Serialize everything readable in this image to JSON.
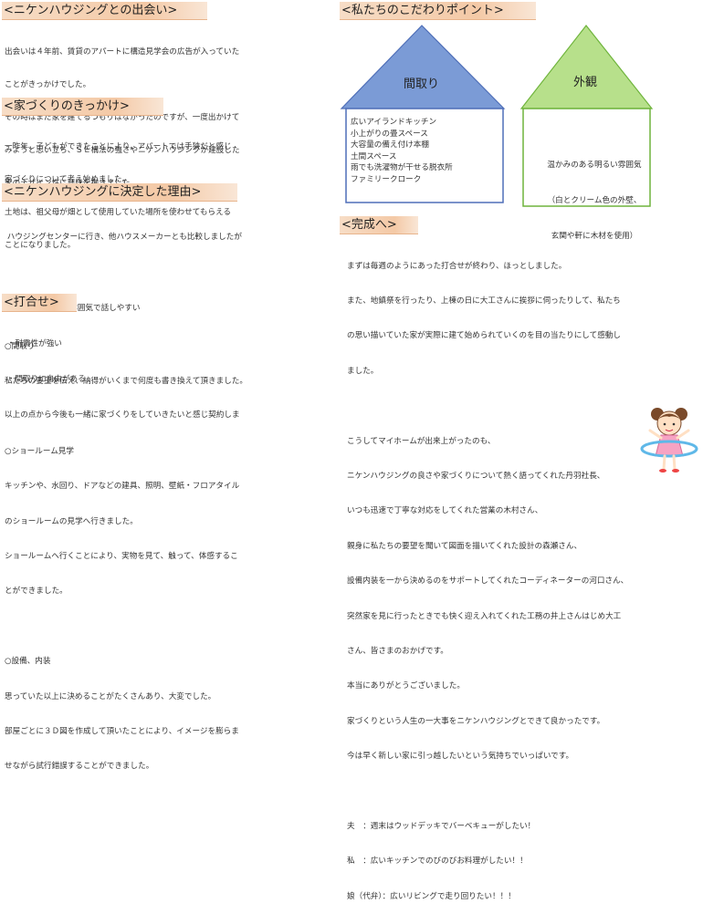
{
  "left": {
    "s1": {
      "title": "<ニケンハウジングとの出会い>",
      "lines": [
        "出会いは４年前、賃貸のアパートに構造見学会の広告が入っていた",
        "ことがきっかけでした。",
        "その時はまだ家を建てるつもりはなかったのですが、一度出かけて",
        "みようと思い立ち、ＳＥ構法の強さやニケンハウジングが建設した",
        "家のデザイン性に興味を抱きました。"
      ]
    },
    "s2": {
      "title": "<家づくりのきっかけ>",
      "lines": [
        "一昨年、子どもができたことにより、アパートでは手狭だと感じ",
        "家づくりについて考え始めました。",
        "土地は、祖父母が畑として使用していた場所を使わせてもらえる",
        "ことになりました。"
      ]
    },
    "s3": {
      "title": "<ニケンハウジングに決定した理由>",
      "lines": [
        " ハウジングセンターに行き、他ハウスメーカーとも比較しましたが",
        "",
        " ・アットホームな雰囲気で話しやすい",
        " ・耐震性が強い",
        " ・間取りに自由がある",
        "以上の点から今後も一緒に家づくりをしていきたいと感じ契約しま"
      ]
    },
    "s4": {
      "title": "<打合せ>",
      "lines": [
        "○間取り",
        "私たちの要望を伝え、納得がいくまで何度も書き換えて頂きました。",
        "",
        "○ショールーム見学",
        "キッチンや、水回り、ドアなどの建具、照明、壁紙・フロアタイル",
        "のショールームの見学へ行きました。",
        "ショールームへ行くことにより、実物を見て、触って、体感するこ",
        "とができました。",
        "",
        "○設備、内装",
        "思っていた以上に決めることがたくさんあり、大変でした。",
        "部屋ごとに３Ｄ図を作成して頂いたことにより、イメージを膨らま",
        "せながら試行錯誤することができました。"
      ]
    }
  },
  "right": {
    "s5": {
      "title": "<私たちのこだわりポイント>",
      "madori": {
        "label": "間取り",
        "items": [
          "広いアイランドキッチン",
          "小上がりの畳スペース",
          "大容量の備え付け本棚",
          "土間スペース",
          "雨でも洗濯物が干せる脱衣所",
          "ファミリークローク"
        ]
      },
      "gaikan": {
        "label": "外観",
        "lines": [
          "温かみのある明るい雰囲気",
          "（白とクリーム色の外壁、",
          "玄関や軒に木材を使用）"
        ]
      }
    },
    "s6": {
      "title": "<完成へ>",
      "lines": [
        "まずは毎週のようにあった打合せが終わり、ほっとしました。",
        "また、地鎮祭を行ったり、上棟の日に大工さんに挨拶に伺ったりして、私たち",
        "の思い描いていた家が実際に建て始められていくのを目の当たりにして感動し",
        "ました。",
        "",
        "こうしてマイホームが出来上がったのも、",
        "ニケンハウジングの良さや家づくりについて熱く語ってくれた丹羽社長、",
        "いつも迅速で丁寧な対応をしてくれた営業の木村さん、",
        "親身に私たちの要望を聞いて図面を描いてくれた設計の森瀬さん、",
        "設備内装を一から決めるのをサポートしてくれたコーディネーターの河口さん、",
        "突然家を見に行ったときでも快く迎え入れてくれた工務の井上さんはじめ大工",
        "さん、皆さまのおかげです。",
        "本当にありがとうございました。",
        "家づくりという人生の一大事をニケンハウジングとできて良かったです。",
        "今は早く新しい家に引っ越したいという気持ちでいっぱいです。",
        "",
        "夫　：週末はウッドデッキでバーベキューがしたい！",
        "私　：広いキッチンでのびのびお料理がしたい！！",
        "娘（代弁）：広いリビングで走り回りたい！！！"
      ]
    }
  },
  "colors": {
    "header_bg": "#f4c9a6",
    "madori_roof": "#7b9bd6",
    "madori_border": "#4f6fb8",
    "gaikan_roof": "#b7e08b",
    "gaikan_border": "#6fb43c"
  }
}
